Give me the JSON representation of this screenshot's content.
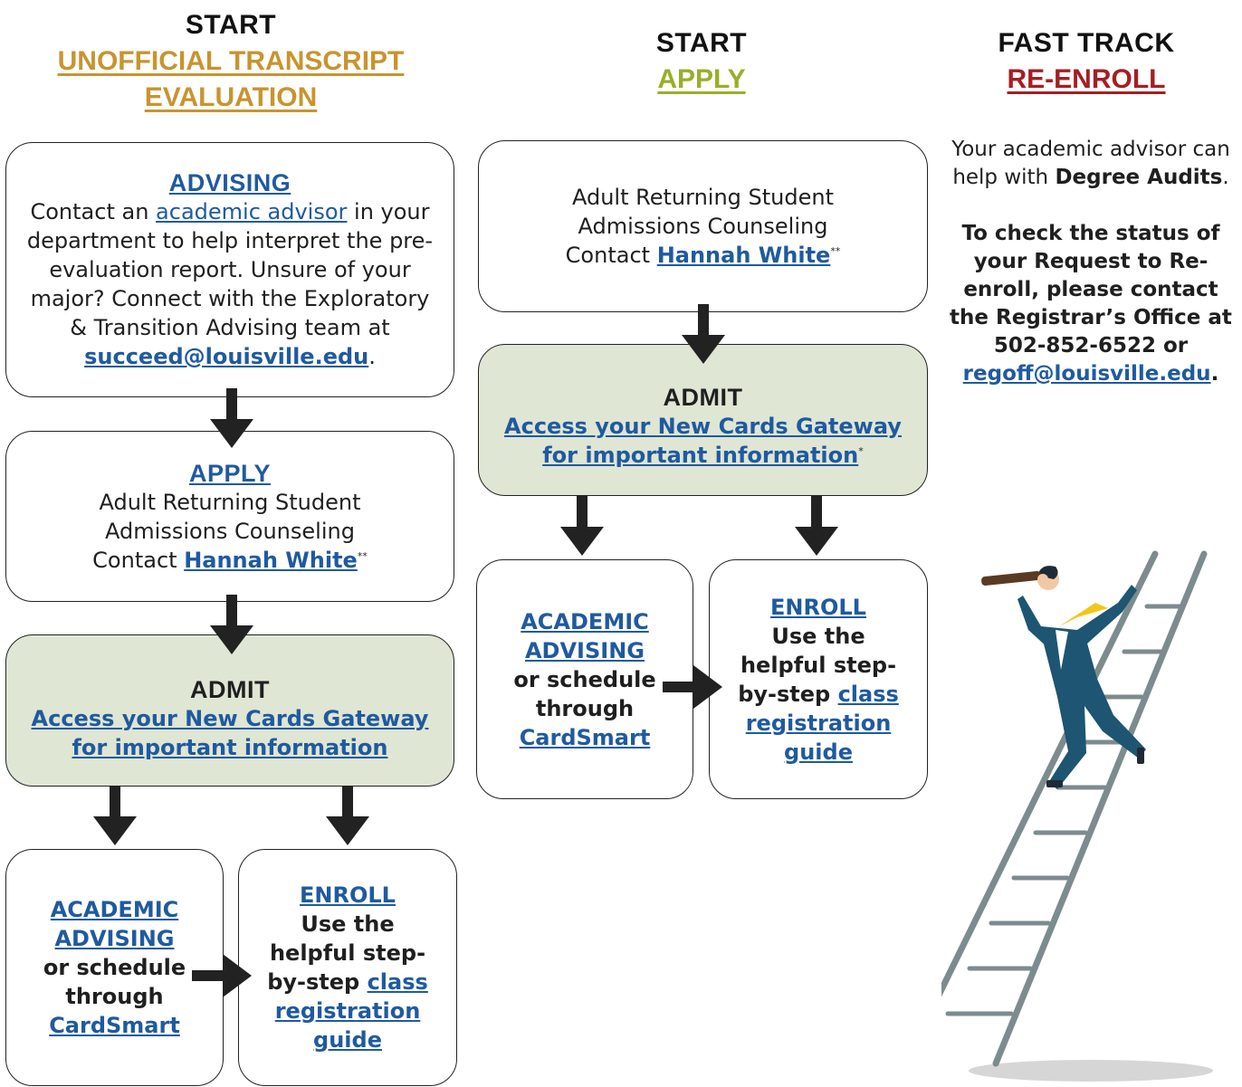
{
  "colors": {
    "gold": "#c8942f",
    "lime": "#9aae2a",
    "red": "#a51e22",
    "link": "#1f5aa0",
    "green_box": "#dfe6d4"
  },
  "header_left": {
    "start": "START",
    "line1": "UNOFFICIAL TRANSCRIPT",
    "line2": "EVALUATION"
  },
  "header_mid": {
    "start": "START",
    "link": "APPLY"
  },
  "header_right": {
    "title": "FAST TRACK",
    "link": "RE-ENROLL"
  },
  "left": {
    "advising": {
      "title": "ADVISING",
      "t1": "Contact an ",
      "link": "academic advisor",
      "t2": " in your department to help interpret the pre-evaluation report. Unsure of your major? Connect with the Exploratory & Transition Advising team at ",
      "email": "succeed@louisville.edu",
      "t3": "."
    },
    "apply": {
      "title": "APPLY",
      "l1": "Adult Returning Student",
      "l2": "Admissions Counseling",
      "contact": "Contact ",
      "name": "Hannah White",
      "mark": "**"
    },
    "admit": {
      "title": "ADMIT",
      "link1": "Access your New Cards Gateway",
      "link2": "for important information"
    },
    "academic": {
      "link1": "ACADEMIC",
      "link2": "ADVISING",
      "t1": "or schedule",
      "t2": "through",
      "link3": "CardSmart"
    },
    "enroll": {
      "title": "ENROLL",
      "t1": "Use the",
      "t2": "helpful step-",
      "t3": "by-step ",
      "link1": "class",
      "link2": "registration",
      "link3": "guide"
    }
  },
  "mid": {
    "apply": {
      "l1": "Adult Returning Student",
      "l2": "Admissions Counseling",
      "contact": "Contact ",
      "name": "Hannah White",
      "mark": "**"
    },
    "admit": {
      "title": "ADMIT",
      "link1": "Access your New Cards Gateway",
      "link2": "for important information",
      "mark": "*"
    },
    "academic": {
      "link1": "ACADEMIC",
      "link2": "ADVISING",
      "t1": "or schedule",
      "t2": "through",
      "link3": "CardSmart"
    },
    "enroll": {
      "title": "ENROLL",
      "t1": "Use the",
      "t2": "helpful step-",
      "t3": "by-step ",
      "link1": "class",
      "link2": "registration",
      "link3": "guide"
    }
  },
  "right": {
    "p1a": "Your academic advisor can help with ",
    "p1b": "Degree Audits",
    "p1c": ".",
    "p2": "To check the status of your Request to Re-enroll, please contact the Registrar’s Office at 502-852-6522 or ",
    "email": "regoff@louisville.edu",
    "p2end": "."
  },
  "illustration": "businessman-with-telescope-on-ladder"
}
